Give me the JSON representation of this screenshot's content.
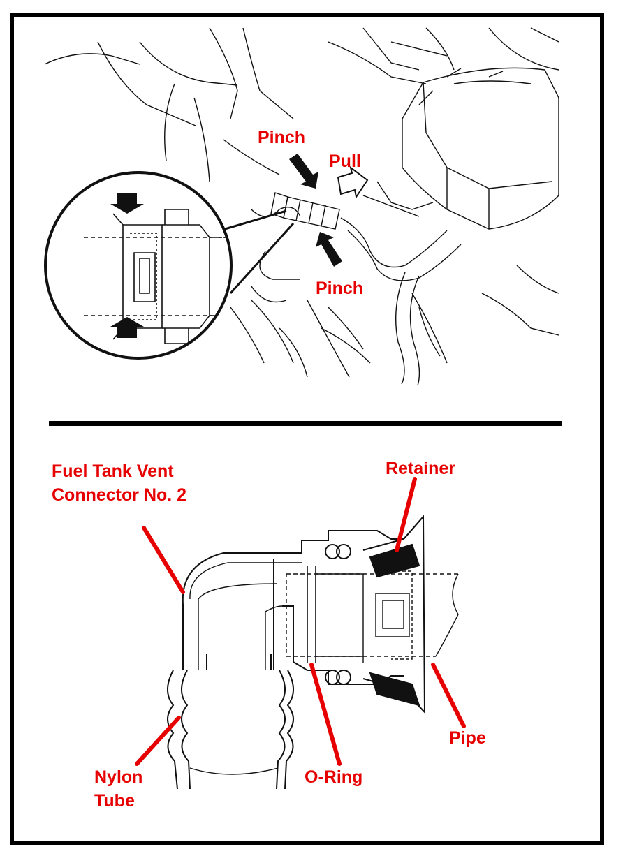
{
  "colors": {
    "label_red": "#e60000",
    "line_black": "#111111",
    "frame_black": "#000000",
    "background": "#ffffff"
  },
  "top_view": {
    "labels": {
      "pinch_upper": "Pinch",
      "pull": "Pull",
      "pinch_lower": "Pinch"
    },
    "icons": [
      "pinch-arrow-icon",
      "pull-arrow-icon",
      "magnifier-circle"
    ]
  },
  "bottom_view": {
    "labels": {
      "vent_connector_line1": "Fuel Tank Vent",
      "vent_connector_line2": "Connector No. 2",
      "retainer": "Retainer",
      "pipe": "Pipe",
      "o_ring": "O-Ring",
      "nylon_tube_line1": "Nylon",
      "nylon_tube_line2": "Tube"
    }
  }
}
